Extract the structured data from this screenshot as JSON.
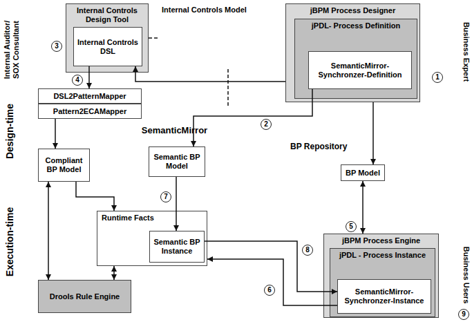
{
  "diagram": {
    "nodes": [
      {
        "text": [
          "Internal Controls Design Tool"
        ]
      },
      {
        "text": [
          "Internal Controls DSL"
        ],
        "in": 0
      },
      {
        "text": [
          "Internal Controls Model"
        ]
      },
      {
        "text": [
          "jBPM Process Designer"
        ]
      },
      {
        "text": [
          "jPDL- Process Definition"
        ],
        "in": 3
      },
      {
        "text": [
          "SemanticMirror-Synchronzer-Definition"
        ],
        "in": 4
      },
      {
        "text": [
          "DSL2PatternMapper"
        ]
      },
      {
        "text": [
          "Pattern2ECAMapper"
        ]
      },
      {
        "text": [
          "SemanticMirror"
        ]
      },
      {
        "text": [
          "Compliant BP Model"
        ],
        "in": 8
      },
      {
        "text": [
          "Semantic BP Model"
        ],
        "in": 8
      },
      {
        "text": [
          "Runtime Facts"
        ],
        "in": 8
      },
      {
        "text": [
          "Semantic BP Instance"
        ],
        "in": 11
      },
      {
        "text": [
          "BP Repository"
        ]
      },
      {
        "text": [
          "BP Model"
        ],
        "in": 13
      },
      {
        "text": [
          "Drools Rule Engine"
        ]
      },
      {
        "text": [
          "jBPM Process Engine"
        ]
      },
      {
        "text": [
          "jPDL - Process Instance"
        ],
        "in": 16
      },
      {
        "text": [
          "SemanticMirror-Synchronzer-Instance"
        ],
        "in": 17
      }
    ],
    "edges": [
      {
        "from": 1,
        "to": 6,
        "arrow": "to"
      },
      {
        "from": 7,
        "to": 9,
        "arrow": "to"
      },
      {
        "from": 2,
        "to": 0,
        "arrow": "none"
      },
      {
        "from": 2,
        "to": 8,
        "arrow": "none"
      },
      {
        "from": 3,
        "to": 1,
        "arrow": "to"
      },
      {
        "from": 5,
        "to": 10,
        "arrow": "to"
      },
      {
        "from": 3,
        "to": 14,
        "arrow": "to"
      },
      {
        "from": 14,
        "to": 16,
        "arrow": "both"
      },
      {
        "from": 10,
        "to": 12,
        "arrow": "to"
      },
      {
        "from": 9,
        "to": 11,
        "arrow": "to"
      },
      {
        "from": 9,
        "to": 15,
        "arrow": "both"
      },
      {
        "from": 11,
        "to": 15,
        "arrow": "both"
      },
      {
        "from": 12,
        "to": 18,
        "arrow": "to"
      },
      {
        "from": 18,
        "to": 11,
        "arrow": "to"
      }
    ],
    "labels": [
      "Internal Auditor/ SOX Consultant",
      "Design-time",
      "Execution-time",
      "Business Expert",
      "Business Users",
      "1",
      "2",
      "3",
      "4",
      "5",
      "6",
      "7",
      "8",
      "9"
    ]
  }
}
